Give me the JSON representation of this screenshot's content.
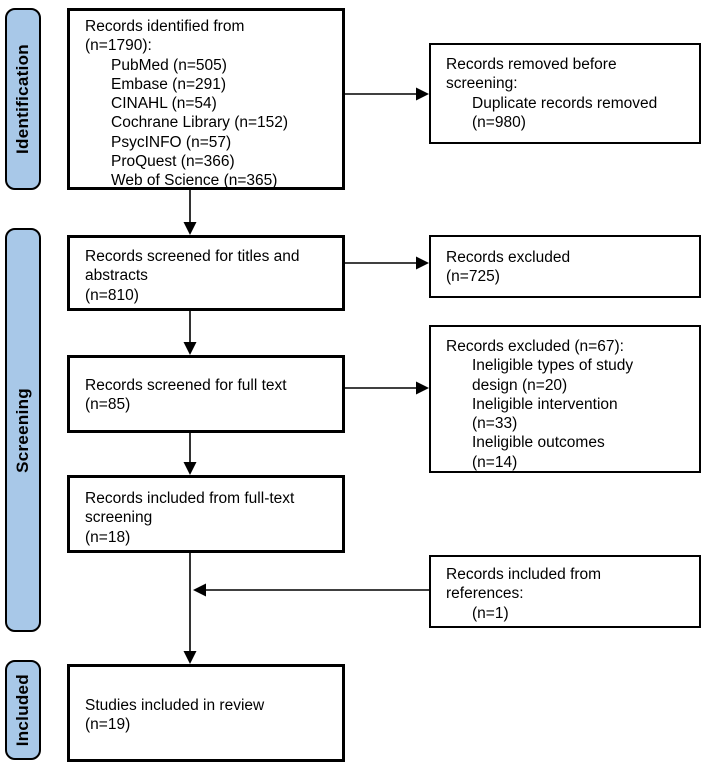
{
  "sidebar": {
    "identification": "Identification",
    "screening": "Screening",
    "included": "Included"
  },
  "boxes": {
    "identified": {
      "lines": [
        {
          "text": "Records identified from",
          "indent": 0
        },
        {
          "text": "(n=1790):",
          "indent": 0
        },
        {
          "text": "PubMed (n=505)",
          "indent": 1
        },
        {
          "text": "Embase (n=291)",
          "indent": 1
        },
        {
          "text": "CINAHL (n=54)",
          "indent": 1
        },
        {
          "text": "Cochrane Library (n=152)",
          "indent": 1
        },
        {
          "text": "PsycINFO (n=57)",
          "indent": 1
        },
        {
          "text": "ProQuest (n=366)",
          "indent": 1
        },
        {
          "text": "Web of Science (n=365)",
          "indent": 1
        }
      ]
    },
    "removed_before_screening": {
      "lines": [
        {
          "text": "Records removed before",
          "indent": 0
        },
        {
          "text": "screening:",
          "indent": 0
        },
        {
          "text": "Duplicate records removed",
          "indent": 1
        },
        {
          "text": "(n=980)",
          "indent": 1
        }
      ]
    },
    "screened_titles_abstracts": {
      "lines": [
        {
          "text": "Records screened for titles and",
          "indent": 0
        },
        {
          "text": "abstracts",
          "indent": 0
        },
        {
          "text": "(n=810)",
          "indent": 0
        }
      ]
    },
    "excluded_titles": {
      "lines": [
        {
          "text": "Records excluded",
          "indent": 0
        },
        {
          "text": "(n=725)",
          "indent": 0
        }
      ]
    },
    "screened_full_text": {
      "lines": [
        {
          "text": "Records screened for full text",
          "indent": 0
        },
        {
          "text": "(n=85)",
          "indent": 0
        }
      ]
    },
    "excluded_full_text": {
      "lines": [
        {
          "text": "Records excluded (n=67):",
          "indent": 0
        },
        {
          "text": "Ineligible types of study",
          "indent": 1
        },
        {
          "text": "design (n=20)",
          "indent": 1
        },
        {
          "text": "Ineligible intervention",
          "indent": 1
        },
        {
          "text": "(n=33)",
          "indent": 1
        },
        {
          "text": "Ineligible outcomes",
          "indent": 1
        },
        {
          "text": "(n=14)",
          "indent": 1
        }
      ]
    },
    "included_full_text": {
      "lines": [
        {
          "text": "Records included from full-text",
          "indent": 0
        },
        {
          "text": "screening",
          "indent": 0
        },
        {
          "text": "(n=18)",
          "indent": 0
        }
      ]
    },
    "included_references": {
      "lines": [
        {
          "text": "Records included from",
          "indent": 0
        },
        {
          "text": "references:",
          "indent": 0
        },
        {
          "text": "(n=1)",
          "indent": 1
        }
      ]
    },
    "included_review": {
      "lines": [
        {
          "text": "Studies included in review",
          "indent": 0
        },
        {
          "text": "(n=19)",
          "indent": 0
        }
      ]
    }
  },
  "colors": {
    "stage_fill": "#A8C8E8",
    "box_border": "#000000",
    "background": "#FFFFFF",
    "arrow": "#000000"
  }
}
